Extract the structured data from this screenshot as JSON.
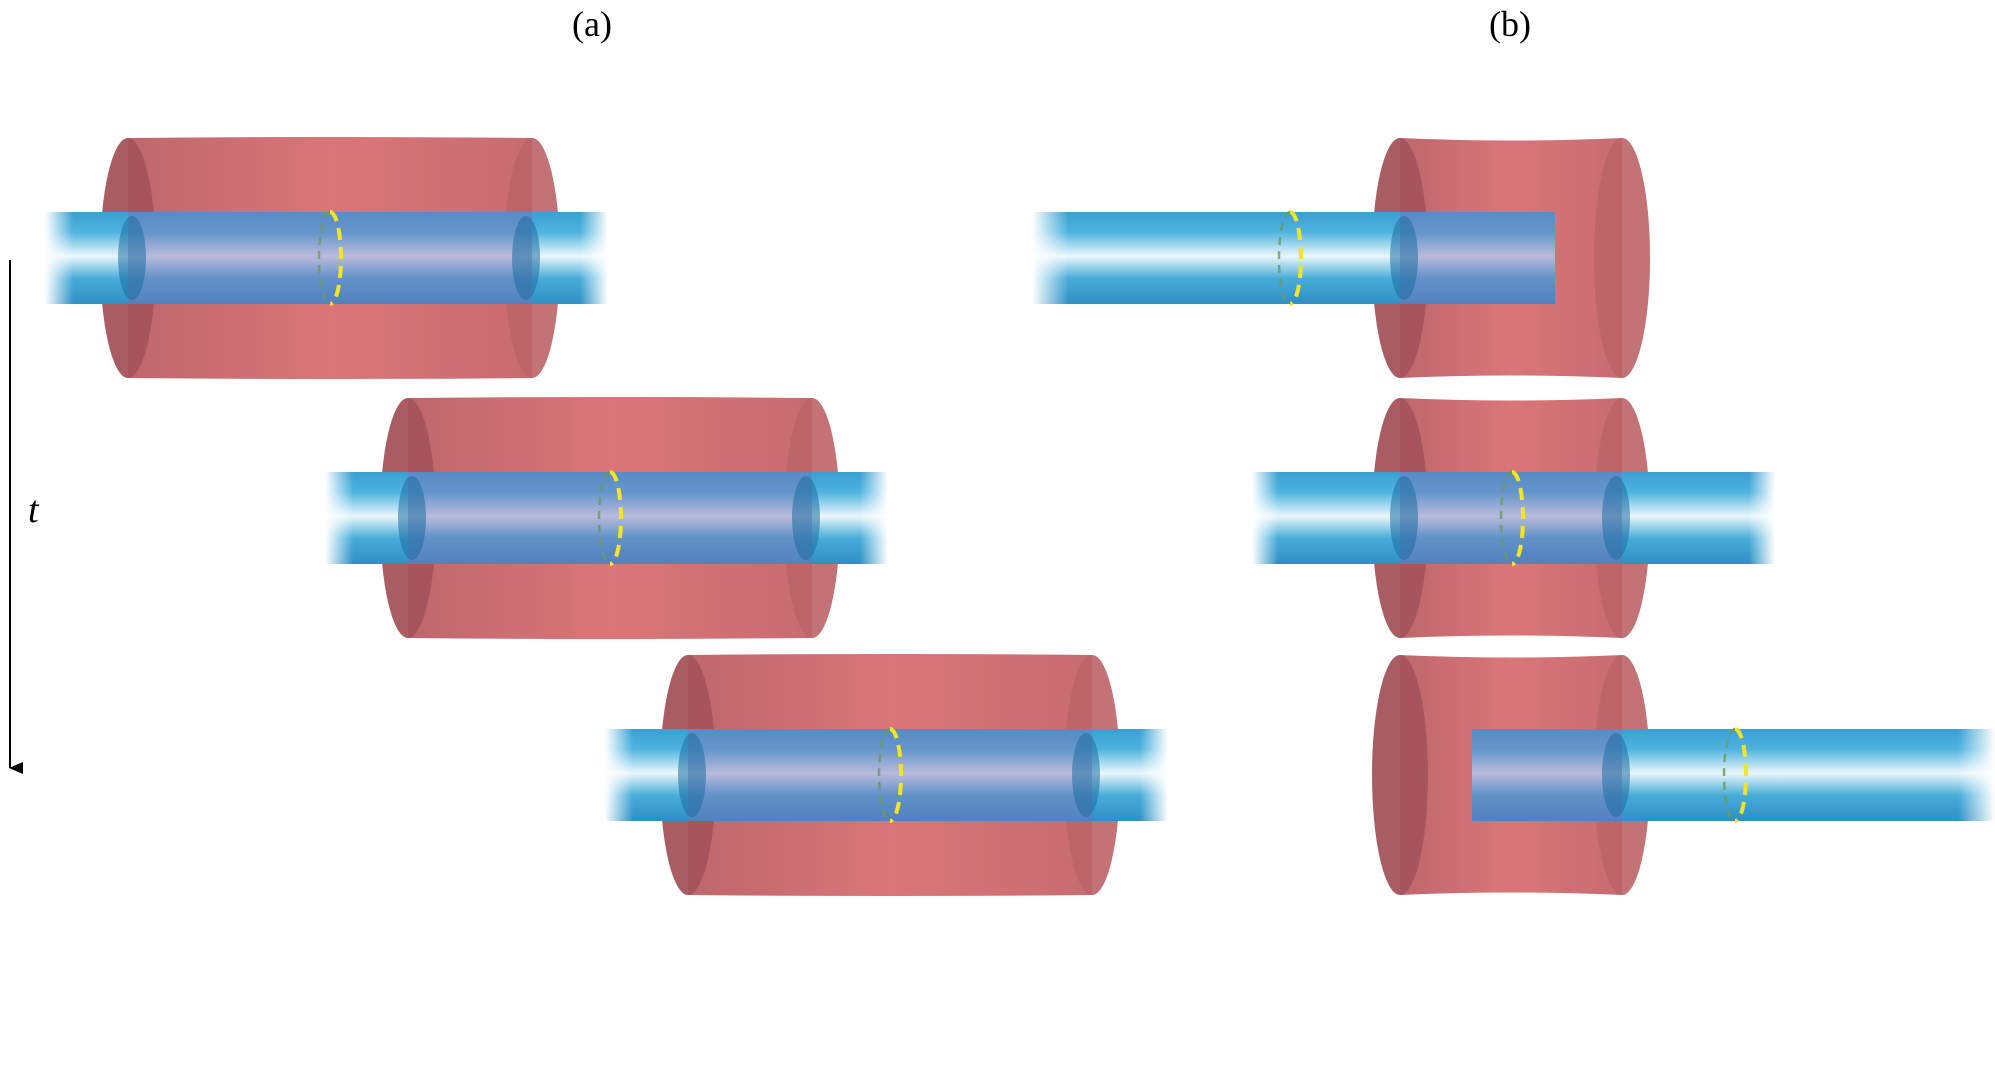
{
  "labels": {
    "panel_a": "(a)",
    "panel_b": "(b)",
    "time_axis": "t"
  },
  "colors": {
    "mirror": "#c85a5e",
    "mirror_dark": "#9c4f57",
    "beam": "#3aa7d8",
    "beam_highlight": "#e9f6fb",
    "ring": "#f2e622",
    "arrow": "#000000"
  }
}
